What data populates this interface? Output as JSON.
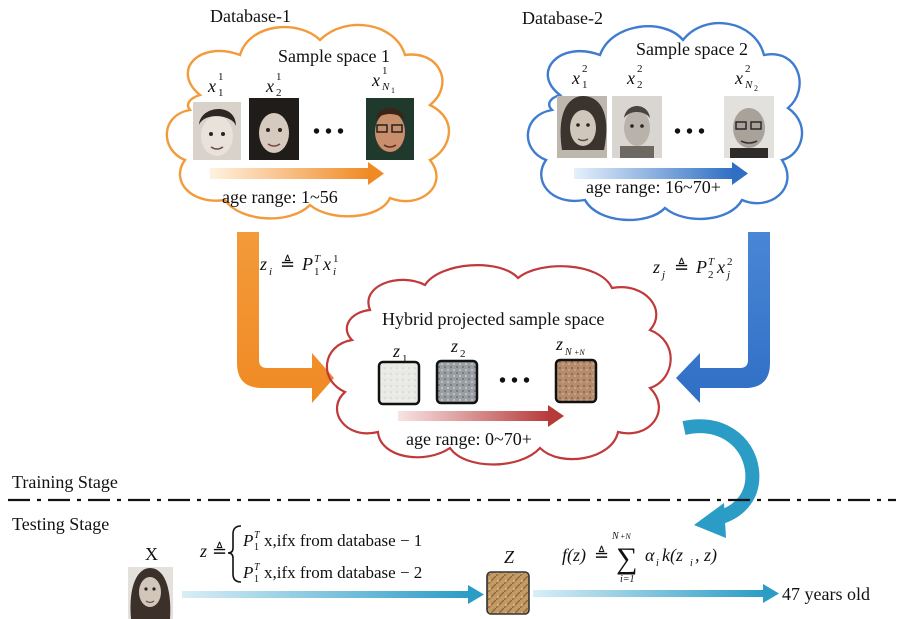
{
  "database1": {
    "title": "Database-1",
    "sample_space": "Sample space 1",
    "sample_labels": [
      "x",
      "x",
      "x"
    ],
    "sample_sups": [
      "1",
      "1",
      "1"
    ],
    "sample_subs": [
      "1",
      "2",
      "N"
    ],
    "sample_subsubs": [
      "",
      "",
      "1"
    ],
    "ellipsis": "• • •",
    "age_range": "age range: 1~56",
    "color": "#f39a3a"
  },
  "database2": {
    "title": "Database-2",
    "sample_space": "Sample space 2",
    "sample_labels": [
      "x",
      "x",
      "x"
    ],
    "sample_sups": [
      "2",
      "2",
      "2"
    ],
    "sample_subs": [
      "1",
      "2",
      "N"
    ],
    "sample_subsubs": [
      "",
      "",
      "2"
    ],
    "ellipsis": "• • •",
    "age_range": "age range: 16~70+",
    "color": "#3f7ccf"
  },
  "projection1": {
    "lhs": "z",
    "lhs_sub": "i",
    "op": "≜",
    "p": "P",
    "p_sub": "1",
    "p_sup": "T",
    "x": "x",
    "x_sup": "1",
    "x_sub": "i"
  },
  "projection2": {
    "lhs": "z",
    "lhs_sub": "j",
    "op": "≜",
    "p": "P",
    "p_sub": "2",
    "p_sup": "T",
    "x": "x",
    "x_sup": "2",
    "x_sub": "j"
  },
  "hybrid": {
    "title": "Hybrid projected sample space",
    "labels": [
      "z",
      "z",
      "z"
    ],
    "subs": [
      "1",
      "2",
      "N"
    ],
    "last_sub_extra": "+N",
    "ellipsis": "• • •",
    "age_range": "age range: 0~70+",
    "color": "#c0393b"
  },
  "stages": {
    "training": "Training Stage",
    "testing": "Testing Stage"
  },
  "testing": {
    "input_label": "X",
    "z_lhs": "z",
    "op": "≜",
    "case1": "x,ifx from database − 1",
    "case2": "x,ifx from database − 2",
    "p": "P",
    "p_sub": "1",
    "p_sup": "T",
    "feature_label": "Z",
    "f_lhs": "f(z)",
    "sum_symbol": "∑",
    "sum_lower": "i=1",
    "sum_upper": "N",
    "sum_upper_tail": "+N",
    "sum_body": "α",
    "sum_body_sub": "i",
    "kernel": "k(z",
    "kernel_sub": "i",
    "kernel_tail": ", z)",
    "output": "47 years old",
    "color": "#3fa3c9"
  }
}
